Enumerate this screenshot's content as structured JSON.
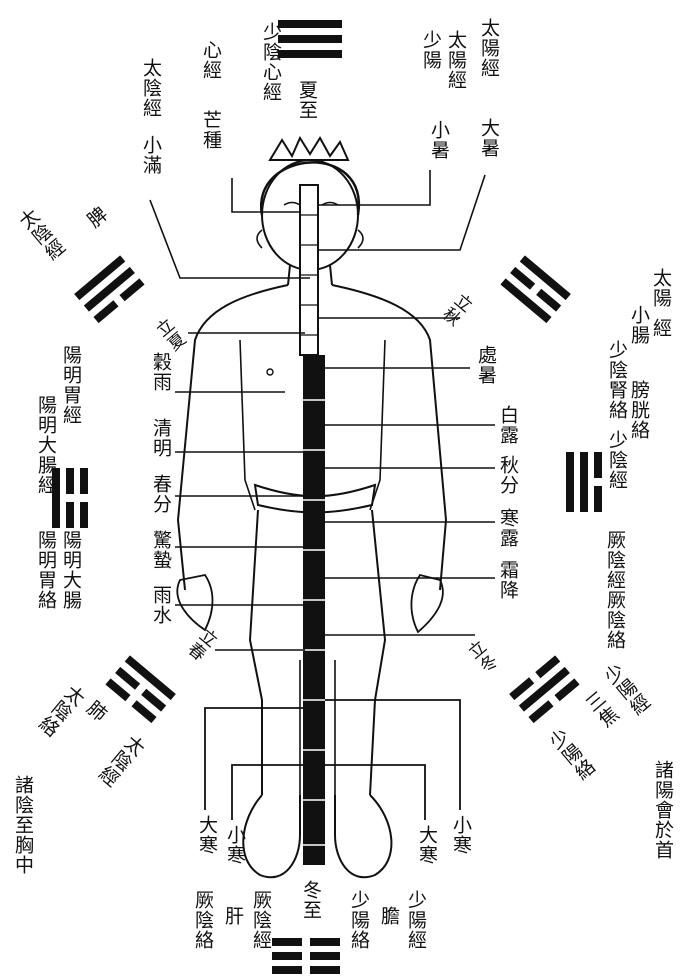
{
  "solstices": {
    "summer": "夏至",
    "winter": "冬至"
  },
  "top_labels": {
    "xiaoman": "小滿",
    "xiaoman_meridian": "太陰經",
    "mangzhong": "芒種",
    "mangzhong_meridian": "心經",
    "summer_meridian": "少陰心經",
    "xiaoshu": "小暑",
    "dashu": "大暑",
    "xiaoshu_meridian_a": "少陽",
    "xiaoshu_meridian_b": "太陽經",
    "dashu_meridian": "太陽經"
  },
  "left_solar_terms": [
    "立夏",
    "穀雨",
    "清明",
    "春分",
    "驚蟄",
    "雨水",
    "立春"
  ],
  "right_solar_terms": [
    "立秋",
    "處暑",
    "白露",
    "秋分",
    "寒露",
    "霜降",
    "立冬"
  ],
  "left_meridians": {
    "pi": "脾",
    "pi_meridian": "太陰經",
    "yangming_a": "陽明胃經",
    "yangming_b": "陽明大腸經",
    "yangming_c": "陽明大腸",
    "yangming_luo": "陽明胃絡",
    "fei": "肺",
    "fei_meridian": "太陰經",
    "fei_luo": "太陰絡"
  },
  "right_meridians": {
    "taiyang_a": "太陽",
    "taiyang_b": "小腸",
    "taiyang_c": "經",
    "shaoyin_luo": "少陰腎絡",
    "shaoyin_pangguang": "膀胱絡",
    "shaoyin_jing": "少陰經",
    "jueyin_jing": "厥陰經",
    "jueyin_luo": "厥陰絡",
    "shaoyang_a": "少陽經",
    "sanjiao": "三焦",
    "shaoyang_luo": "少陽絡"
  },
  "bottom_labels": {
    "dahan": "大寒",
    "xiaohan_left": "小寒",
    "dahan_right": "大寒",
    "xiaohan_right": "小寒",
    "gan": "肝",
    "jueyin_jing": "厥陰經",
    "jueyin_luo": "厥陰絡",
    "dan": "膽",
    "shaoyang_jing": "少陽經",
    "shaoyang_luo": "少陽絡"
  },
  "corner_labels": {
    "left": "諸陰至胸中",
    "right": "諸陽會於首"
  },
  "trigram_names": [
    "qian-trigram",
    "kun-trigram",
    "zhen-trigram",
    "xun-trigram",
    "kan-trigram",
    "li-trigram",
    "gen-trigram",
    "dui-trigram"
  ]
}
